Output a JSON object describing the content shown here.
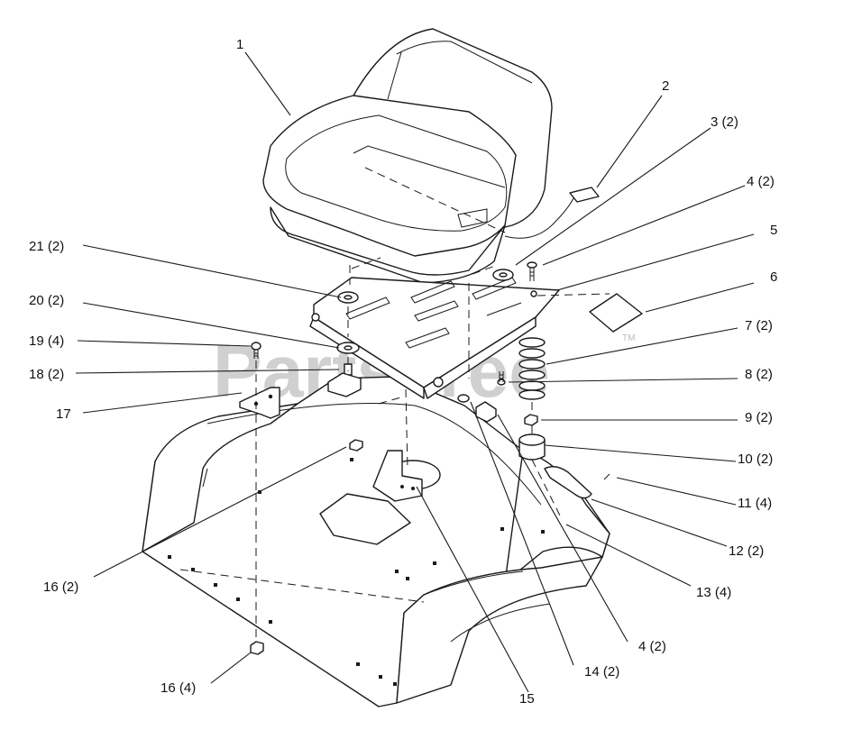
{
  "watermark": {
    "text": "PartsTree",
    "trademark": "TM"
  },
  "callouts": [
    {
      "id": "1",
      "label": "1"
    },
    {
      "id": "2",
      "label": "2"
    },
    {
      "id": "3",
      "label": "3 (2)"
    },
    {
      "id": "4a",
      "label": "4 (2)"
    },
    {
      "id": "5",
      "label": "5"
    },
    {
      "id": "6",
      "label": "6"
    },
    {
      "id": "7",
      "label": "7 (2)"
    },
    {
      "id": "8",
      "label": "8 (2)"
    },
    {
      "id": "9",
      "label": "9 (2)"
    },
    {
      "id": "10",
      "label": "10 (2)"
    },
    {
      "id": "11",
      "label": "11 (4)"
    },
    {
      "id": "12",
      "label": "12 (2)"
    },
    {
      "id": "13",
      "label": "13 (4)"
    },
    {
      "id": "4b",
      "label": "4 (2)"
    },
    {
      "id": "14",
      "label": "14 (2)"
    },
    {
      "id": "15",
      "label": "15"
    },
    {
      "id": "16a",
      "label": "16 (4)"
    },
    {
      "id": "16b",
      "label": "16 (2)"
    },
    {
      "id": "17",
      "label": "17"
    },
    {
      "id": "18",
      "label": "18 (2)"
    },
    {
      "id": "19",
      "label": "19 (4)"
    },
    {
      "id": "20",
      "label": "20 (2)"
    },
    {
      "id": "21",
      "label": "21 (2)"
    }
  ]
}
